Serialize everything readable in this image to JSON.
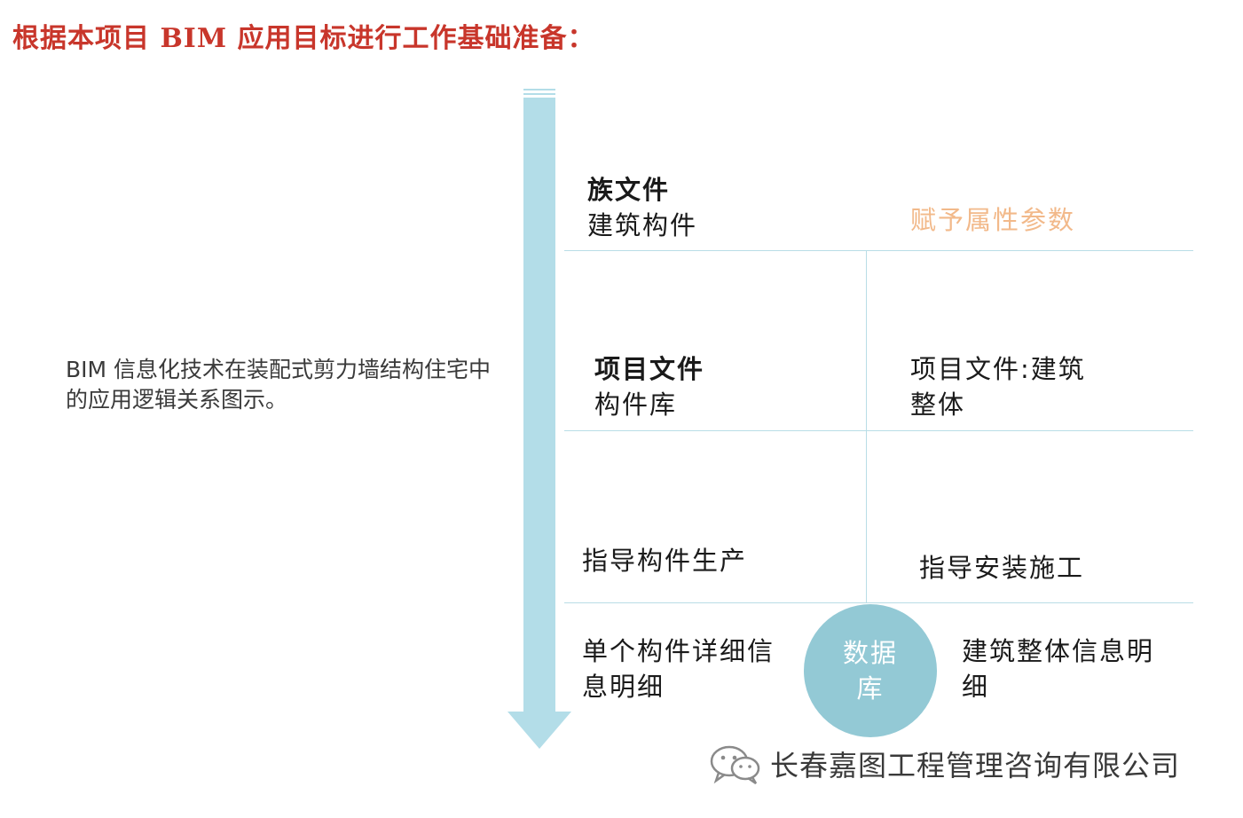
{
  "title": "根据本项目 BIM 应用目标进行工作基础准备：",
  "description": "BIM 信息化技术在装配式剪力墙结构住宅中的应用逻辑关系图示。",
  "rows": {
    "row1": {
      "bold": "族文件",
      "normal": "建筑构件",
      "right": "赋予属性参数"
    },
    "row2": {
      "left_bold": "项目文件",
      "left_normal": "构件库",
      "right": "项目文件:建筑整体"
    },
    "row3": {
      "left": "指导构件生产",
      "right": "指导安装施工"
    },
    "row4": {
      "left": "单个构件详细信息明细",
      "center": "数据库",
      "right": "建筑整体信息明细"
    }
  },
  "watermark": {
    "icon": "wechat-icon",
    "text": "长春嘉图工程管理咨询有限公司"
  },
  "colors": {
    "title": "#c8362b",
    "arrow": "#b3dde8",
    "lines": "#b9dde6",
    "accent_text": "#f2b98a",
    "circle": "#93c9d5"
  }
}
